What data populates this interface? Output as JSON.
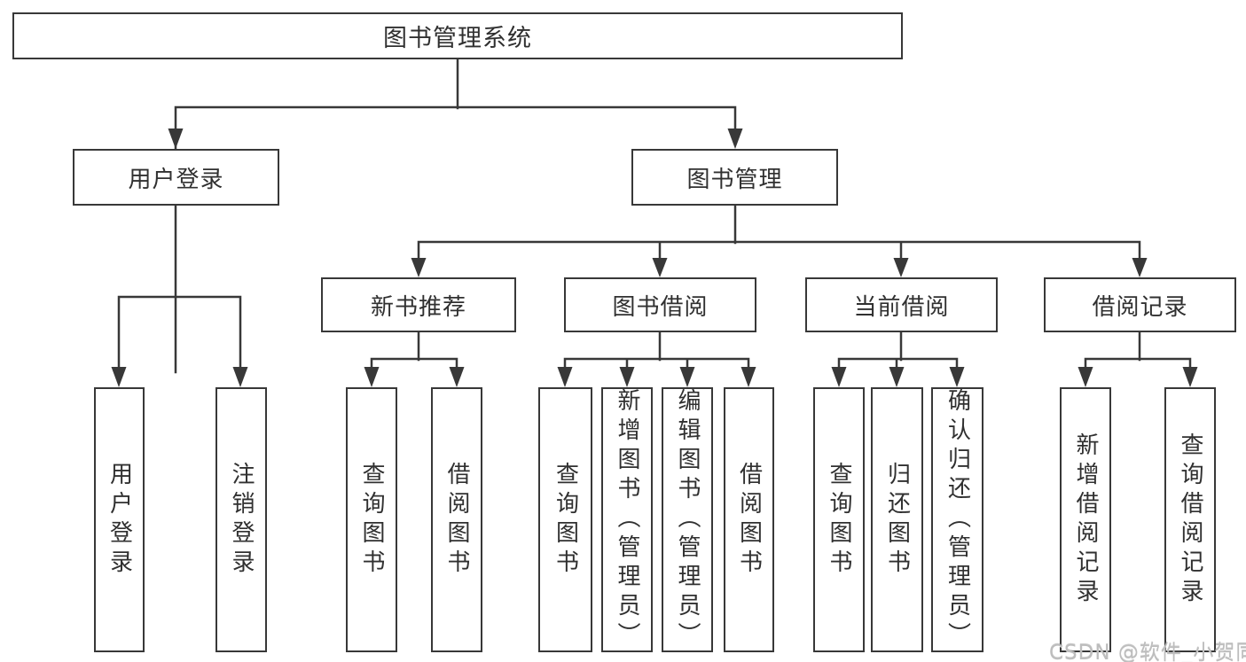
{
  "diagram": {
    "root": {
      "label": "图书管理系统",
      "children": [
        {
          "label": "用户登录",
          "children": [
            {
              "label": "用户登录"
            },
            {
              "label": "注销登录"
            }
          ]
        },
        {
          "label": "图书管理",
          "children": [
            {
              "label": "新书推荐",
              "children": [
                {
                  "label": "查询图书"
                },
                {
                  "label": "借阅图书"
                }
              ]
            },
            {
              "label": "图书借阅",
              "children": [
                {
                  "label": "查询图书"
                },
                {
                  "label": "新增图书（管理员）"
                },
                {
                  "label": "编辑图书（管理员）"
                },
                {
                  "label": "借阅图书"
                }
              ]
            },
            {
              "label": "当前借阅",
              "children": [
                {
                  "label": "查询图书"
                },
                {
                  "label": "归还图书"
                },
                {
                  "label": "确认归还（管理员）"
                }
              ]
            },
            {
              "label": "借阅记录",
              "children": [
                {
                  "label": "新增借阅记录"
                },
                {
                  "label": "查询借阅记录"
                }
              ]
            }
          ]
        }
      ]
    }
  },
  "watermark": {
    "text": "CSDN @软件_小贺同学"
  },
  "colors": {
    "line": "#383838",
    "box_border": "#383838",
    "box_fill": "#ffffff",
    "text": "#303030",
    "watermark": "#bdbdbd",
    "background": "#ffffff"
  }
}
